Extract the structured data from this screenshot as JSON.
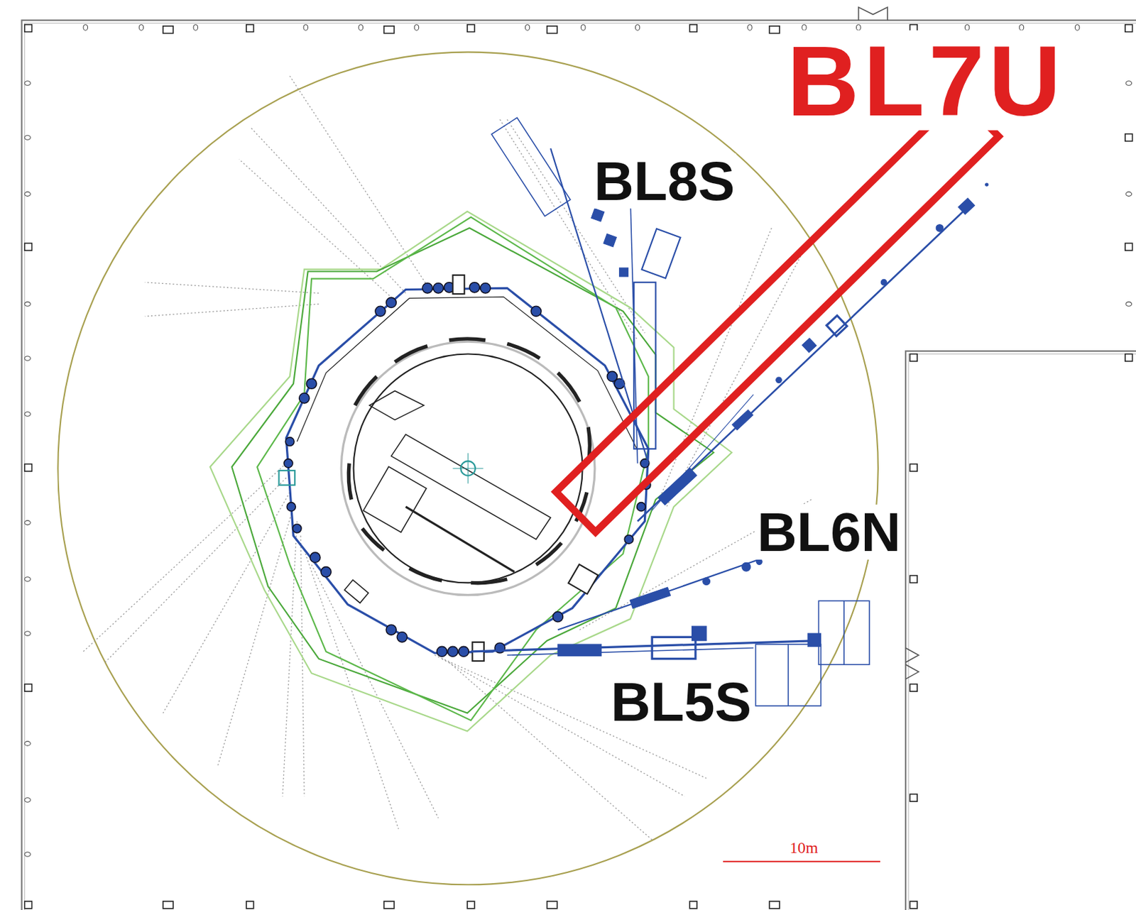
{
  "diagram": {
    "labels": [
      "BL7U",
      "BL8S",
      "BL6N",
      "BL5S",
      "10m"
    ]
  }
}
